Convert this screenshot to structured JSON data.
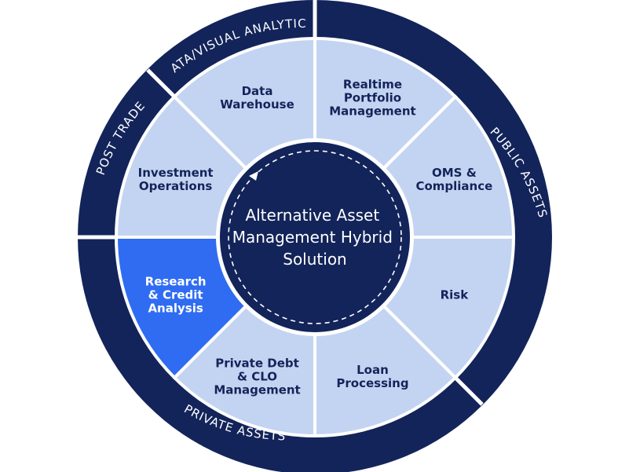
{
  "colors": {
    "navy": "#13245a",
    "segment_light": "#c3d4f2",
    "segment_highlight": "#2f6cf2",
    "text_dark": "#13245a",
    "text_light": "#ffffff",
    "divider": "#ffffff"
  },
  "center": {
    "lines": [
      "Alternative Asset",
      "Management Hybrid",
      "Solution"
    ]
  },
  "outer_ring": [
    {
      "label": "DATA/VISUAL ANALYTICS"
    },
    {
      "label": "PUBLIC ASSETS"
    },
    {
      "label": "PRIVATE ASSETS"
    },
    {
      "label": "POST TRADE"
    }
  ],
  "segments": [
    {
      "lines": [
        "Realtime",
        "Portfolio",
        "Management"
      ],
      "highlight": false
    },
    {
      "lines": [
        "OMS &",
        "Compliance"
      ],
      "highlight": false
    },
    {
      "lines": [
        "Risk"
      ],
      "highlight": false
    },
    {
      "lines": [
        "Loan",
        "Processing"
      ],
      "highlight": false
    },
    {
      "lines": [
        "Private Debt",
        "& CLO",
        "Management"
      ],
      "highlight": false
    },
    {
      "lines": [
        "Research",
        "& Credit",
        "Analysis"
      ],
      "highlight": true
    },
    {
      "lines": [
        "Investment",
        "Operations"
      ],
      "highlight": false
    },
    {
      "lines": [
        "Data",
        "Warehouse"
      ],
      "highlight": false
    }
  ]
}
